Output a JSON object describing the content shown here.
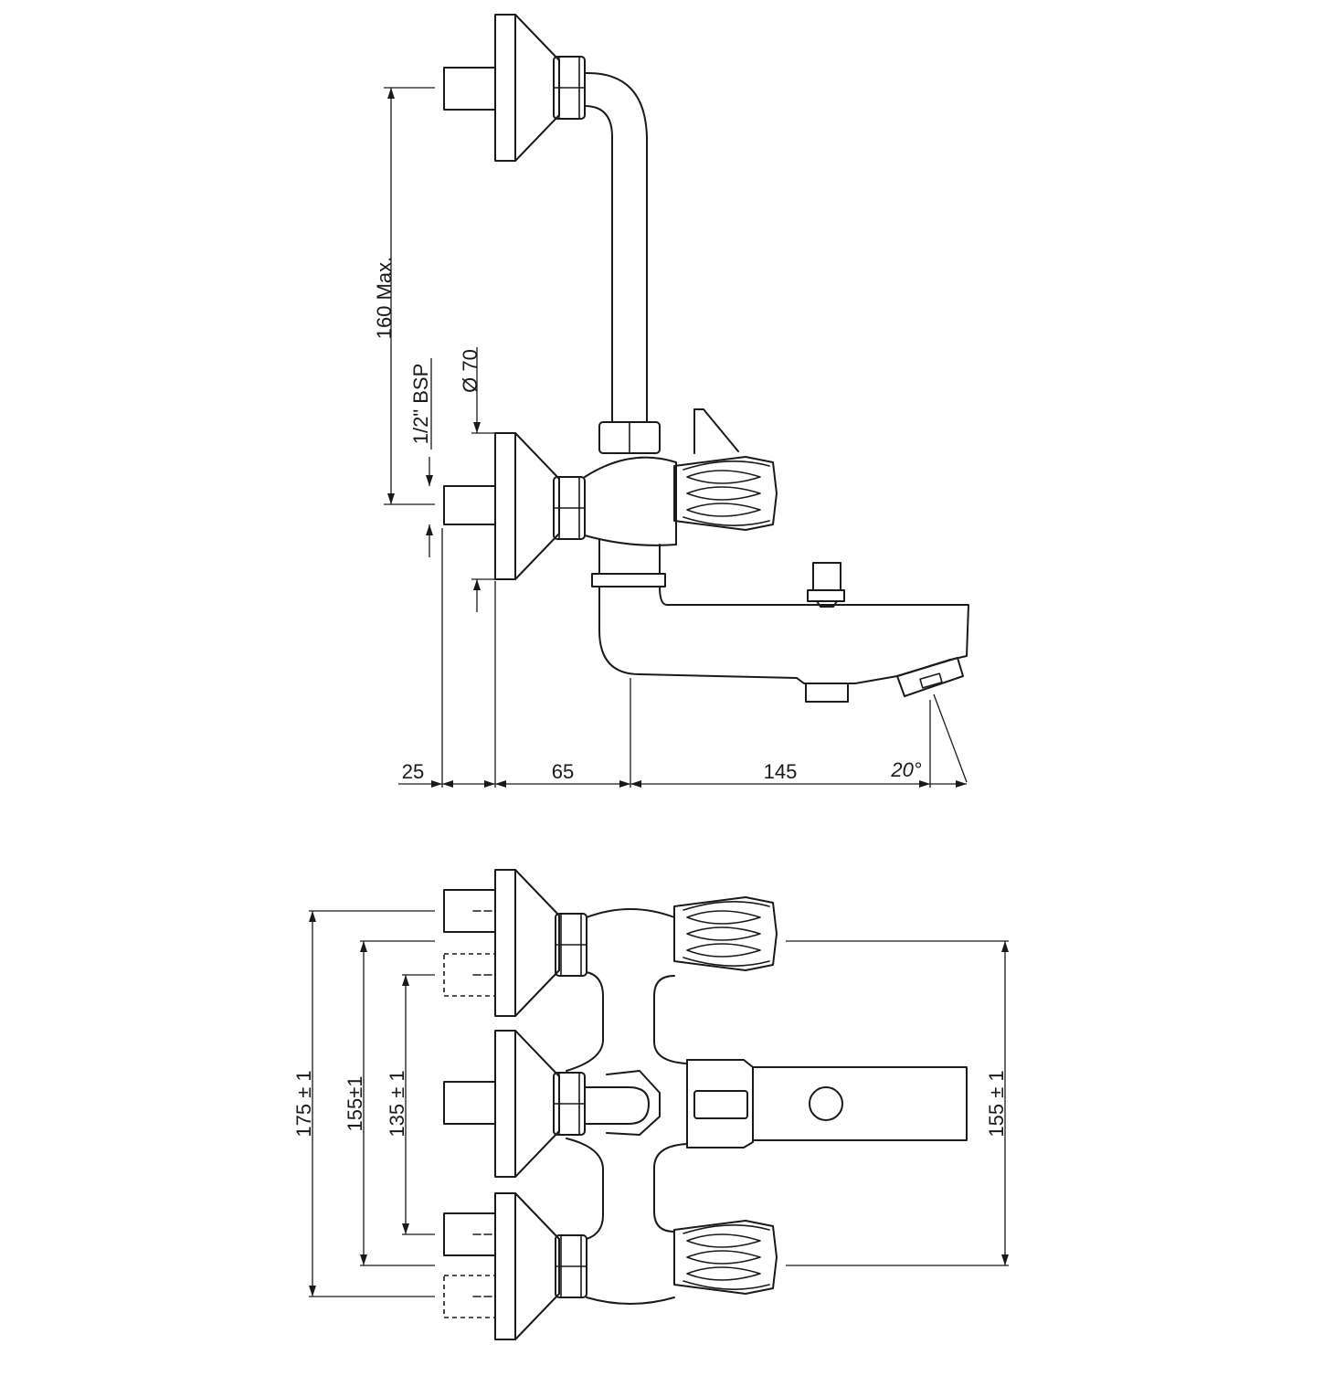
{
  "side_view": {
    "dims": {
      "riser_height": "160 Max.",
      "thread": "1/2\" BSP",
      "flange_diameter": "Ø 70",
      "offset_25": "25",
      "offset_65": "65",
      "spout_145": "145",
      "spout_angle": "20°"
    }
  },
  "top_view": {
    "dims": {
      "centres_175": "175 ± 1",
      "centres_155": "155±1",
      "centres_135": "135 ± 1",
      "handles_155": "155 ± 1"
    }
  }
}
